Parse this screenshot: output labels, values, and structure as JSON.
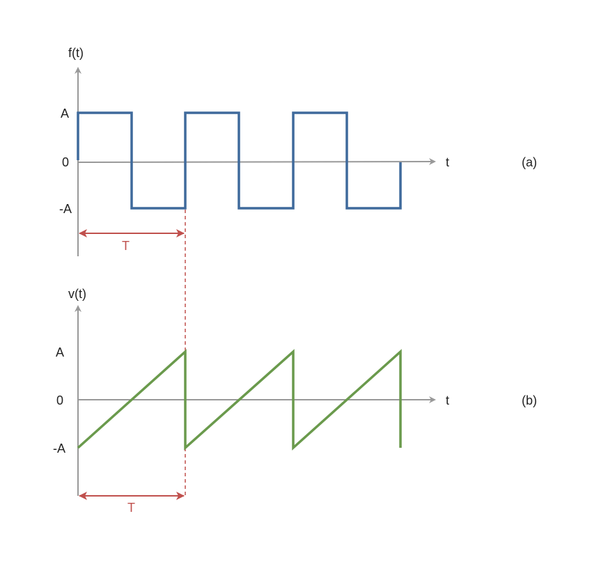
{
  "colors": {
    "axis": "#999999",
    "square_wave": "#3f6a9c",
    "sawtooth": "#6a9a4c",
    "period_marker": "#c0504d",
    "text": "#222222"
  },
  "panel_a": {
    "tag": "(a)",
    "y_label": "f(t)",
    "x_label": "t",
    "tick_A": "A",
    "tick_0": "0",
    "tick_negA": "-A",
    "period_label": "T"
  },
  "panel_b": {
    "tag": "(b)",
    "y_label": "v(t)",
    "x_label": "t",
    "tick_A": "A",
    "tick_0": "0",
    "tick_negA": "-A",
    "period_label": "T"
  },
  "chart_data": [
    {
      "type": "line",
      "title": "(a) Square wave",
      "xlabel": "t",
      "ylabel": "f(t)",
      "y_ticks": [
        "-A",
        "0",
        "A"
      ],
      "period": "T",
      "series": [
        {
          "name": "f(t)",
          "x_in_periods": [
            0,
            0,
            0.5,
            0.5,
            1,
            1,
            1.5,
            1.5,
            2,
            2,
            2.5,
            2.5,
            3,
            3
          ],
          "values": [
            0,
            1,
            1,
            -1,
            -1,
            1,
            1,
            -1,
            -1,
            1,
            1,
            -1,
            -1,
            0
          ]
        }
      ]
    },
    {
      "type": "line",
      "title": "(b) Sawtooth wave",
      "xlabel": "t",
      "ylabel": "v(t)",
      "y_ticks": [
        "-A",
        "0",
        "A"
      ],
      "period": "T",
      "series": [
        {
          "name": "v(t)",
          "x_in_periods": [
            0,
            1,
            1,
            2,
            2,
            3,
            3
          ],
          "values": [
            -1,
            1,
            -1,
            1,
            -1,
            1,
            -1
          ]
        }
      ]
    }
  ]
}
